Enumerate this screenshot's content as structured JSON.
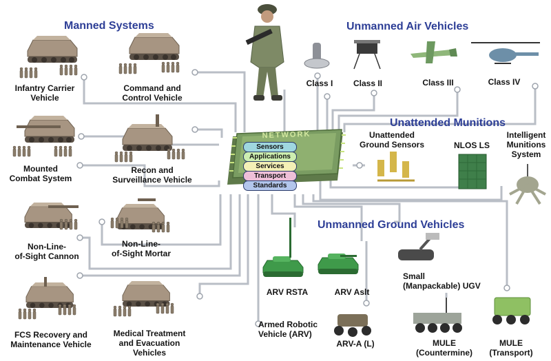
{
  "colors": {
    "section_heading": "#2d3e96",
    "connector": "#b9bec6",
    "vehicle_tan": "#a79582",
    "robot_green": "#3f9a4a",
    "chip": "#7a9c62",
    "chip_highlight": "#c8e47e",
    "network_text": "#d4e8a0",
    "layer_sensors": "#9fd7df",
    "layer_applications": "#cdeeb0",
    "layer_services": "#f4f0b6",
    "layer_transport": "#eebfd8",
    "layer_standards": "#b3c6ec"
  },
  "sections": {
    "manned": "Manned Systems",
    "air": "Unmanned Air Vehicles",
    "munitions": "Unattended Munitions",
    "ground": "Unmanned Ground Vehicles"
  },
  "network": {
    "chip_label": "NETWORK",
    "layers": [
      "Sensors",
      "Applications",
      "Services",
      "Transport",
      "Standards"
    ]
  },
  "manned_systems": {
    "icv": [
      "Infantry Carrier",
      "Vehicle"
    ],
    "ccv": [
      "Command and",
      "Control Vehicle"
    ],
    "mcs": [
      "Mounted",
      "Combat System"
    ],
    "rsv": [
      "Recon and",
      "Surveillance Vehicle"
    ],
    "nlosc": [
      "Non-Line-",
      "of-Sight Cannon"
    ],
    "nlosm": [
      "Non-Line-",
      "of-Sight Mortar"
    ],
    "frmv": [
      "FCS Recovery and",
      "Maintenance Vehicle"
    ],
    "mtev": [
      "Medical Treatment",
      "and Evacuation",
      "Vehicles"
    ]
  },
  "air_vehicles": [
    "Class I",
    "Class II",
    "Class III",
    "Class IV"
  ],
  "munitions": {
    "ugs": [
      "Unattended",
      "Ground Sensors"
    ],
    "nlosls": "NLOS LS",
    "ims": [
      "Intelligent",
      "Munitions",
      "System"
    ]
  },
  "ground_vehicles": {
    "arv_rsta": "ARV RSTA",
    "arv_aslt": "ARV Aslt",
    "arv": [
      "Armed Robotic",
      "Vehicle (ARV)"
    ],
    "arv_al": "ARV-A (L)",
    "sugv": [
      "Small",
      "(Manpackable) UGV"
    ],
    "mule_c": [
      "MULE",
      "(Countermine)"
    ],
    "mule_t": [
      "MULE",
      "(Transport)"
    ]
  }
}
